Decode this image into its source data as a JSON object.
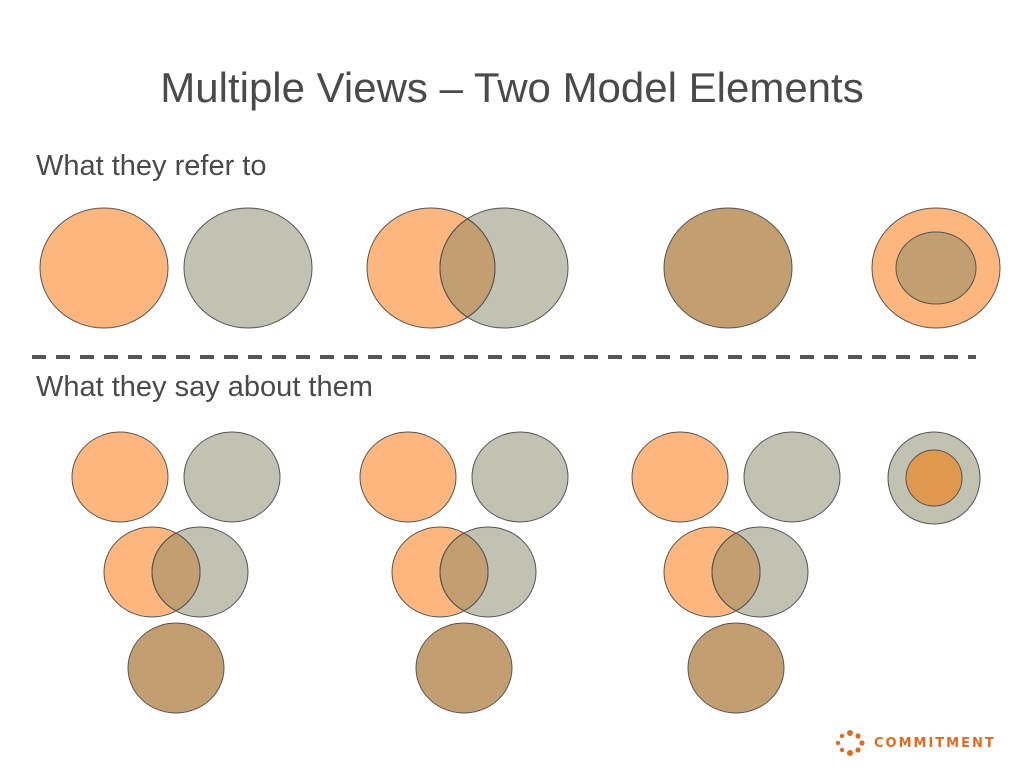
{
  "slide": {
    "title": "Multiple Views – Two Model Elements",
    "section_top": "What they refer to",
    "section_bottom": "What they say about them"
  },
  "brand": {
    "name": "COMMITMENT",
    "color": "#e06b1f"
  },
  "colors": {
    "orange": "#fdb67d",
    "gray": "#c1c2b2",
    "overlap": "#c29e71",
    "inner_orange": "#e0984f",
    "stroke": "#555555",
    "divider": "#555555"
  }
}
